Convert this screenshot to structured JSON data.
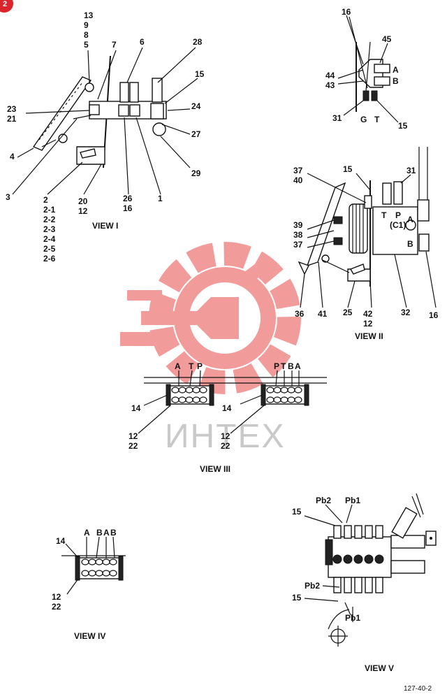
{
  "badge": "2",
  "watermark": "ИНТЕХ",
  "doc_code": "127-40-2",
  "colors": {
    "watermark_red": "#e84b4b",
    "badge_red": "#d9252b",
    "ink": "#111111"
  },
  "view1": {
    "title": "VIEW I",
    "labels": {
      "l13": "13",
      "l9": "9",
      "l8": "8",
      "l5": "5",
      "l7": "7",
      "l6": "6",
      "l28": "28",
      "l15": "15",
      "l23": "23",
      "l21": "21",
      "l24": "24",
      "l27": "27",
      "l4": "4",
      "l29": "29",
      "l3": "3",
      "l2": "2",
      "l2_1": "2-1",
      "l2_2": "2-2",
      "l2_3": "2-3",
      "l2_4": "2-4",
      "l2_5": "2-5",
      "l2_6": "2-6",
      "l20": "20",
      "l12": "12",
      "l26": "26",
      "l16": "16",
      "l1": "1"
    }
  },
  "view_top_right": {
    "labels": {
      "l16": "16",
      "l45": "45",
      "lA": "A",
      "lB": "B",
      "l44": "44",
      "l43": "43",
      "l31": "31",
      "lG": "G",
      "lT": "T",
      "l15": "15"
    }
  },
  "view2": {
    "title": "VIEW II",
    "labels": {
      "l37a": "37",
      "l40": "40",
      "l15": "15",
      "l31": "31",
      "lT": "T",
      "lP": "P",
      "lC1": "(C1)",
      "lA": "A",
      "lB": "B",
      "l39": "39",
      "l38": "38",
      "l37b": "37",
      "l36": "36",
      "l41": "41",
      "l25": "25",
      "l42": "42",
      "l12": "12",
      "l32": "32",
      "l16": "16"
    }
  },
  "view3": {
    "title": "VIEW III",
    "labels": {
      "lA": "A",
      "lT": "T",
      "lP": "P",
      "lP2": "P",
      "lT2": "T",
      "lB": "B",
      "lA2": "A",
      "l14a": "14",
      "l14b": "14",
      "l12a": "12",
      "l22a": "22",
      "l12b": "12",
      "l22b": "22"
    }
  },
  "view4": {
    "title": "VIEW IV",
    "labels": {
      "lA": "A",
      "lB1": "B",
      "lA2": "A",
      "lB2": "B",
      "l14": "14",
      "l12": "12",
      "l22": "22"
    }
  },
  "view5": {
    "title": "VIEW V",
    "labels": {
      "lPb2a": "Pb2",
      "lPb1a": "Pb1",
      "l15a": "15",
      "lPb2b": "Pb2",
      "l15b": "15",
      "lPb1b": "Pb1"
    }
  }
}
